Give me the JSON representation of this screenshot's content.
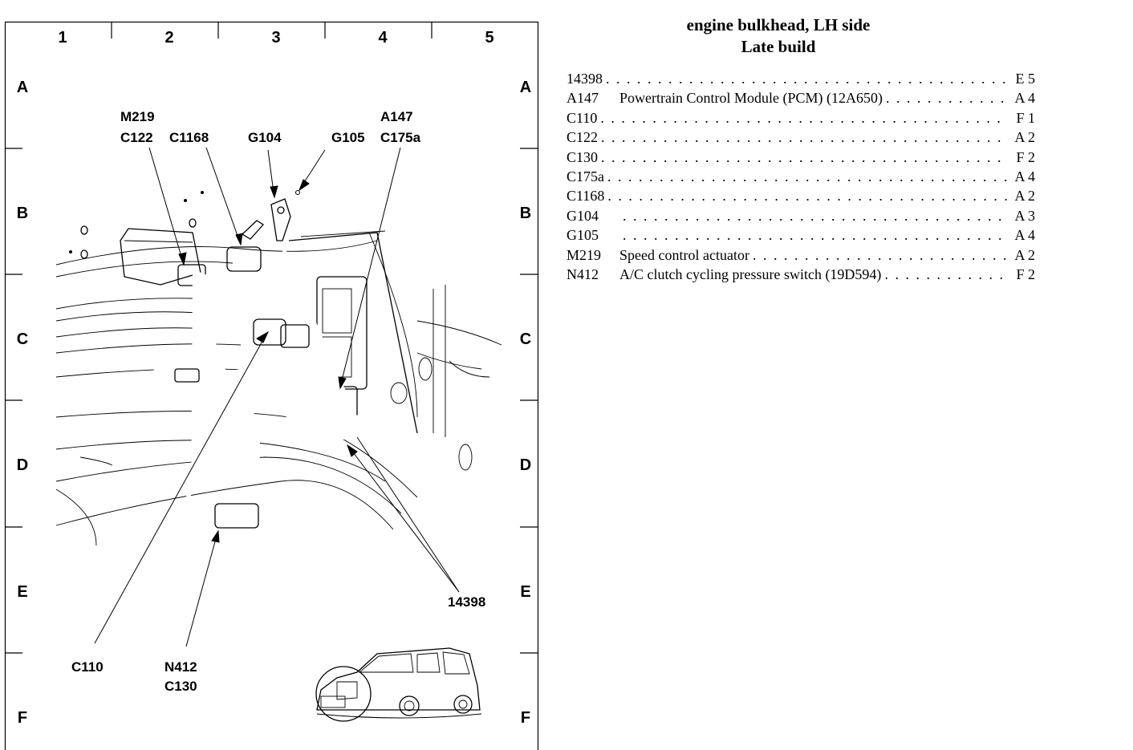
{
  "title": {
    "line1": "engine bulkhead, LH side",
    "line2": "Late build"
  },
  "grid": {
    "columns": [
      "1",
      "2",
      "3",
      "4",
      "5"
    ],
    "rows": [
      "A",
      "B",
      "C",
      "D",
      "E",
      "F"
    ]
  },
  "callouts": {
    "m219": "M219",
    "c122": "C122",
    "c1168": "C1168",
    "g104": "G104",
    "g105": "G105",
    "a147": "A147",
    "c175a": "C175a",
    "n14398": "14398",
    "c110": "C110",
    "n412": "N412",
    "c130": "C130"
  },
  "legend": [
    {
      "code": "14398",
      "desc": "",
      "loc": "E 5"
    },
    {
      "code": "A147",
      "desc": "Powertrain Control Module (PCM) (12A650)",
      "loc": "A 4"
    },
    {
      "code": "C110",
      "desc": "",
      "loc": "F 1"
    },
    {
      "code": "C122",
      "desc": "",
      "loc": "A 2"
    },
    {
      "code": "C130",
      "desc": "",
      "loc": "F 2"
    },
    {
      "code": "C175a",
      "desc": "",
      "loc": "A 4"
    },
    {
      "code": "C1168",
      "desc": "",
      "loc": "A 2"
    },
    {
      "code": "G104",
      "desc": "",
      "loc": "A 3"
    },
    {
      "code": "G105",
      "desc": "",
      "loc": "A 4"
    },
    {
      "code": "M219",
      "desc": "Speed control actuator",
      "loc": "A 2"
    },
    {
      "code": "N412",
      "desc": "A/C clutch cycling pressure switch (19D594)",
      "loc": "F 2"
    }
  ]
}
